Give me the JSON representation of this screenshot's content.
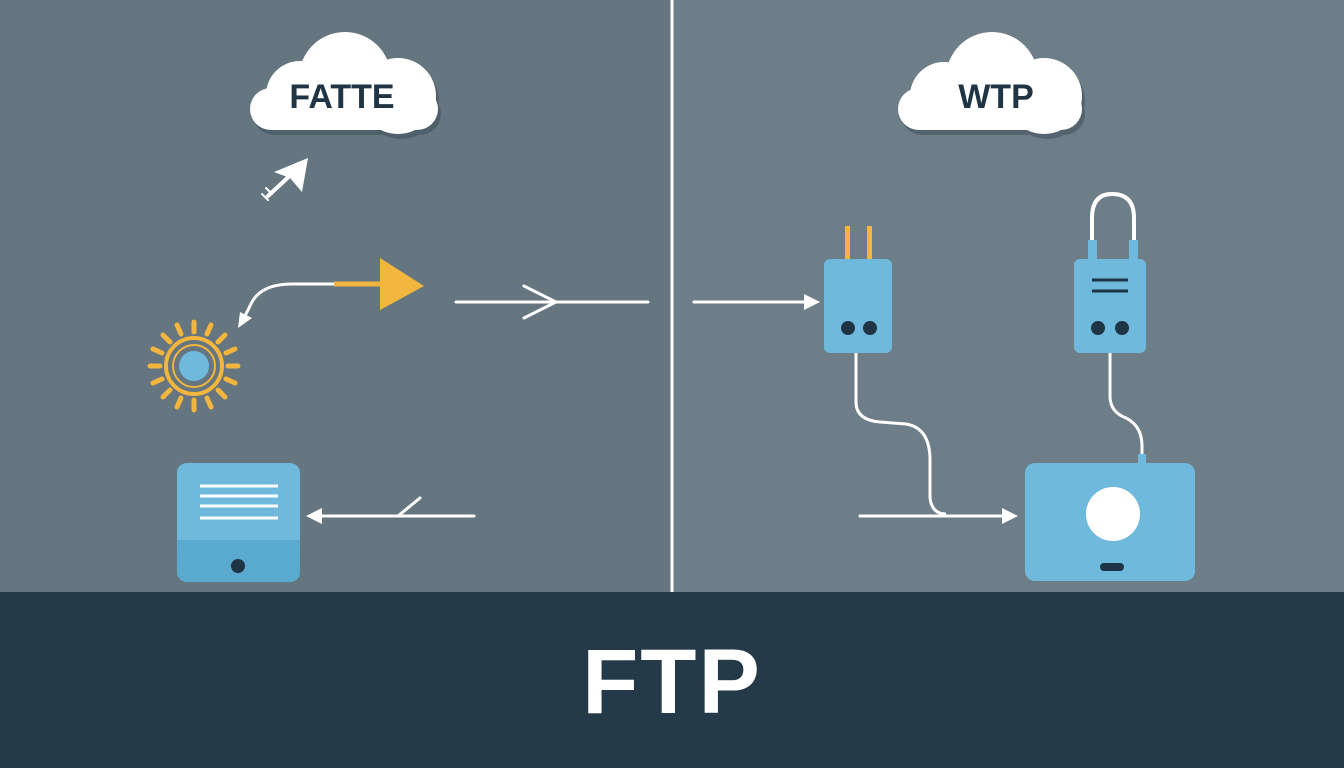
{
  "left_panel": {
    "cloud_label": "FATTE"
  },
  "right_panel": {
    "cloud_label": "WTP"
  },
  "footer": {
    "title": "FTP"
  },
  "colors": {
    "background": "#6a7b85",
    "footer_background": "#253a49",
    "device_blue": "#6fb9dc",
    "accent_yellow": "#f2b53d",
    "line_white": "#ffffff",
    "text_dark": "#1f3444"
  },
  "icons": [
    "cloud-icon",
    "arrow-icon",
    "gear-icon",
    "tablet-icon",
    "plug-icon",
    "adapter-icon",
    "router-icon"
  ]
}
